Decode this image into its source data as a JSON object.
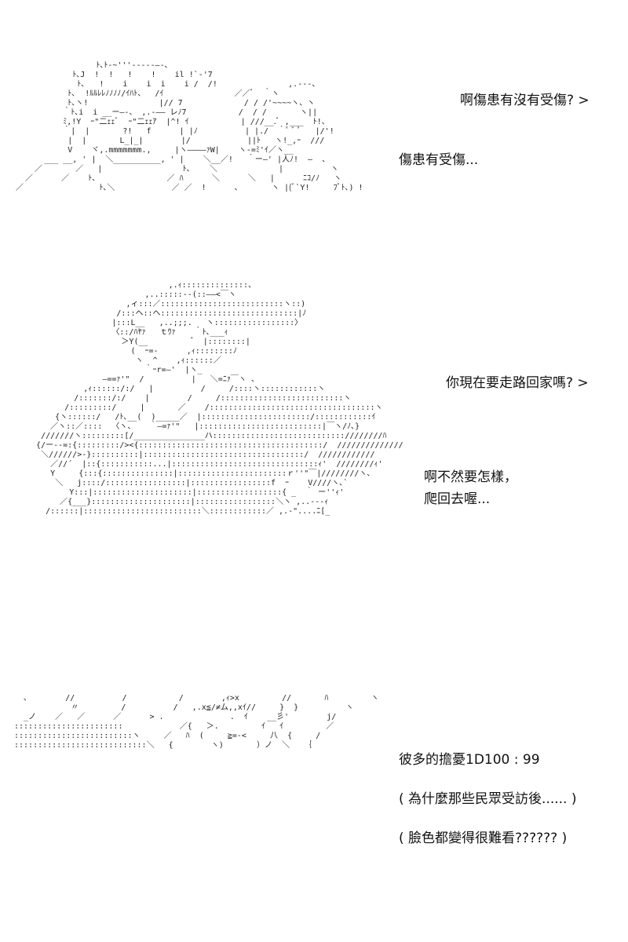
{
  "panel1": {
    "lines": [
      "啊傷患有沒有受傷? >",
      "傷患有受傷..."
    ]
  },
  "panel2": {
    "lines": [
      "你現在要走路回家嗎? >",
      "啊不然要怎樣，",
      "爬回去喔..."
    ]
  },
  "panel3": {
    "lines": [
      "彼多的擔憂1D100 : 99",
      "( 為什麼那些民眾受訪後...... )",
      "( 臉色都變得很難看?????? )"
    ]
  }
}
